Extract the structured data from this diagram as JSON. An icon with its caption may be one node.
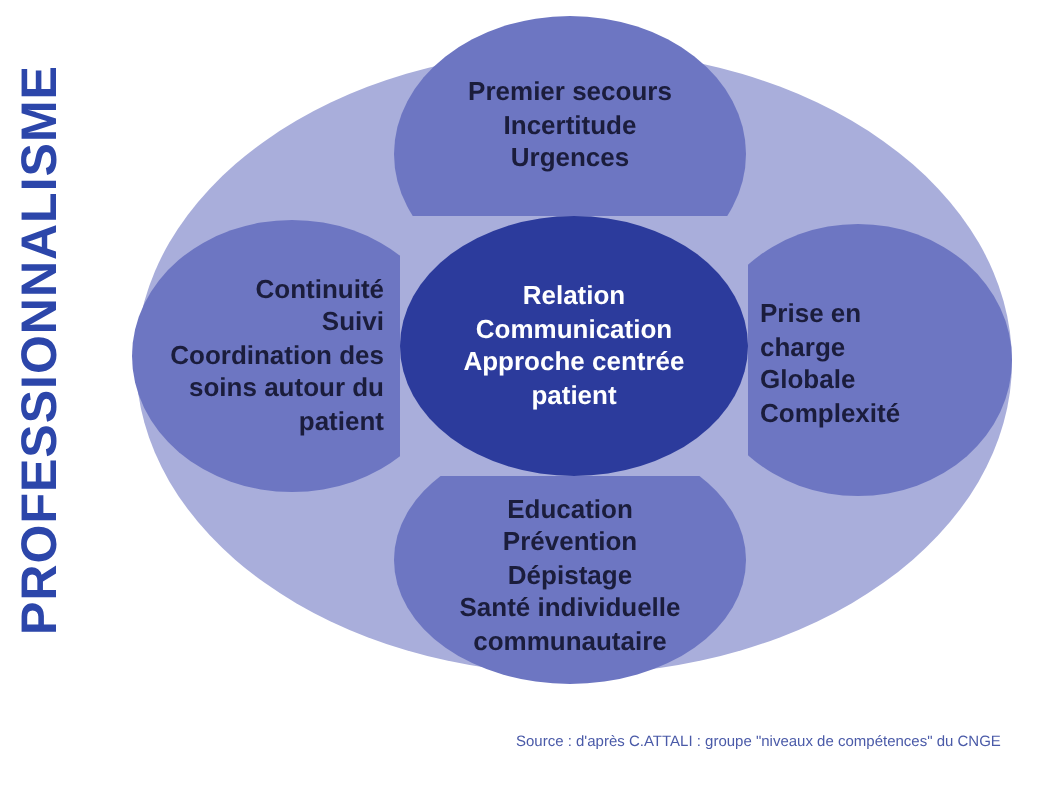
{
  "diagram": {
    "title": "PROFESSIONNALISME",
    "caption": "Source : d'après C.ATTALI : groupe \"niveaux de compétences\" du CNGE",
    "nodes": [
      {
        "text": [],
        "shape": "ellipse"
      },
      {
        "text": [
          "Premier secours",
          "Incertitude",
          "Urgences"
        ],
        "in": 0
      },
      {
        "text": [
          "Continuité",
          "Suivi",
          "Coordination des soins autour du patient"
        ],
        "in": 0
      },
      {
        "text": [
          "Relation",
          "Communication",
          "Approche centrée patient"
        ],
        "in": 0
      },
      {
        "text": [
          "Prise en charge",
          "Globale",
          "Complexité"
        ],
        "in": 0
      },
      {
        "text": [
          "Education",
          "Prévention",
          "Dépistage",
          "Santé individuelle communautaire"
        ],
        "in": 0
      }
    ],
    "edges": []
  }
}
